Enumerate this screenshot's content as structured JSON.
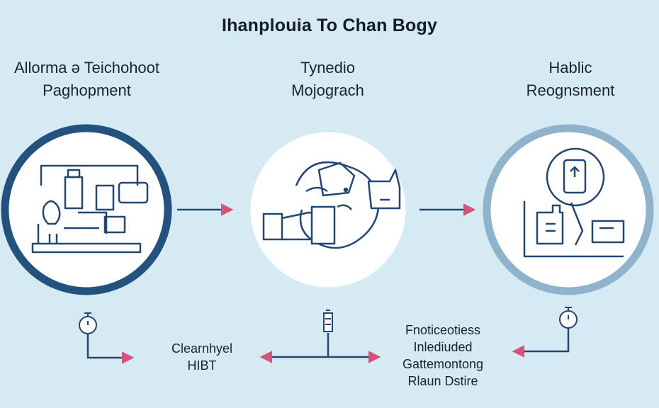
{
  "title": "Ihanplouia To Chan Bogy",
  "stages": [
    {
      "line1": "Allorma ə Teichohoot",
      "line2": "Paghopment",
      "icon": "laboratory-icon"
    },
    {
      "line1": "Tynedio",
      "line2": "Mojograch",
      "icon": "hand-holding-device-icon"
    },
    {
      "line1": "Hablic",
      "line2": "Reognsment",
      "icon": "phone-kiosk-icon"
    }
  ],
  "bottom_labels": [
    {
      "line1": "Clearnhyel",
      "line2": "HIBT"
    },
    {
      "line1": "Fnoticeotiess",
      "line2": "Inlediuded",
      "line3": "Gattemontong",
      "line4": "Rlaun Dstire"
    }
  ],
  "colors": {
    "background": "#d6eaf3",
    "ring_dark": "#23527e",
    "ring_light": "#8fb3ca",
    "arrow": "#25466e",
    "arrow_head": "#d4537a",
    "circle_fill": "#ffffff"
  }
}
